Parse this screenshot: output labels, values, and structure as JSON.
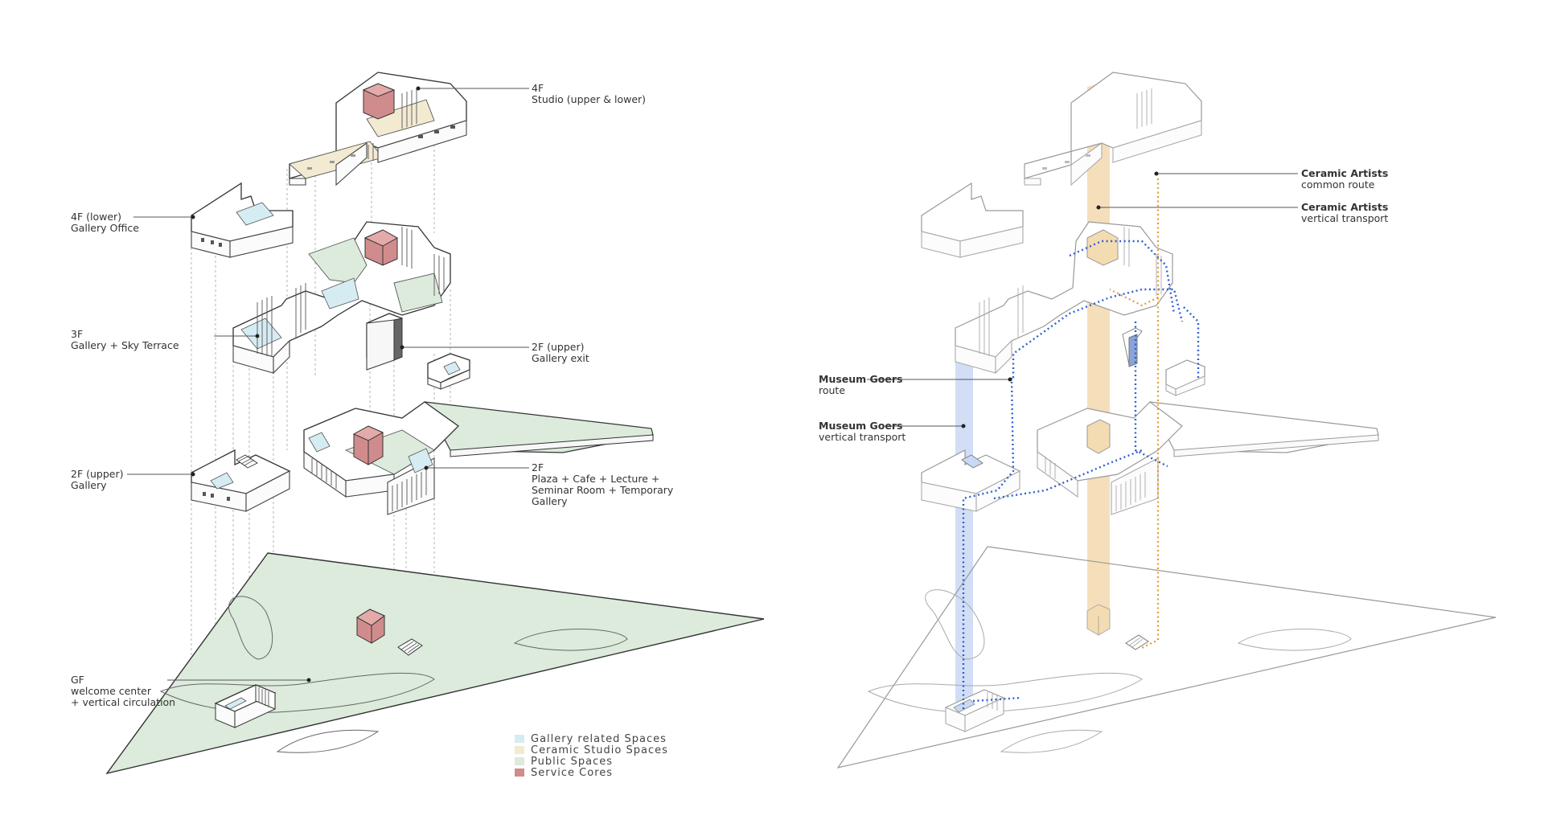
{
  "left_labels": {
    "f4": {
      "title": "4F",
      "sub": "Studio (upper & lower)"
    },
    "f4_lower": {
      "title": "4F (lower)",
      "sub": "Gallery Office"
    },
    "f3": {
      "title": "3F",
      "sub": "Gallery + Sky Terrace"
    },
    "f2_upper_exit": {
      "title": "2F (upper)",
      "sub": "Gallery exit"
    },
    "f2_upper": {
      "title": "2F (upper)",
      "sub": "Gallery"
    },
    "f2": {
      "title": "2F",
      "line1": "Plaza + Cafe + Lecture +",
      "line2": "Seminar Room + Temporary",
      "line3": "Gallery"
    },
    "gf": {
      "title": "GF",
      "line1": "welcome center",
      "line2": "+ vertical circulation"
    }
  },
  "legend": {
    "items": [
      {
        "label": "Gallery related Spaces",
        "color": "#d6ecf3"
      },
      {
        "label": "Ceramic Studio Spaces",
        "color": "#f3ead2"
      },
      {
        "label": "Public Spaces",
        "color": "#dcebdc"
      },
      {
        "label": "Service Cores",
        "color": "#d08c8c"
      }
    ]
  },
  "right_labels": {
    "ceramic_route": {
      "title": "Ceramic Artists",
      "sub": "common route"
    },
    "ceramic_vertical": {
      "title": "Ceramic Artists",
      "sub": "vertical transport"
    },
    "museum_route": {
      "title": "Museum Goers",
      "sub": "route"
    },
    "museum_vertical": {
      "title": "Museum Goers",
      "sub": "vertical transport"
    }
  },
  "colors": {
    "gallery": "#d6ecf3",
    "studio": "#f3ead2",
    "public": "#dcebdc",
    "core": "#d08c8c",
    "blue_route": "#2f5fd0",
    "blue_band": "#c9d8f4",
    "orange_route": "#e69a2e",
    "orange_band": "#f4dcb2"
  }
}
